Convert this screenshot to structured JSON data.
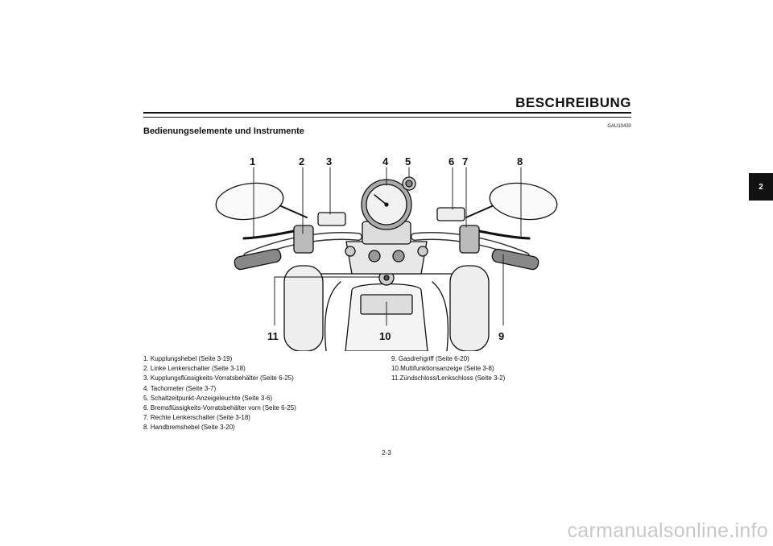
{
  "header": {
    "title": "BESCHREIBUNG",
    "doc_code": "GAU10430",
    "section_title": "Bedienungselemente und Instrumente",
    "chapter_tab": "2"
  },
  "callouts": {
    "c1": "1",
    "c2": "2",
    "c3": "3",
    "c4": "4",
    "c5": "5",
    "c6": "6",
    "c7": "7",
    "c8": "8",
    "c9": "9",
    "c10": "10",
    "c11": "11"
  },
  "legend": {
    "left": [
      "1.  Kupplungshebel (Seite 3-19)",
      "2.  Linke Lenkerschalter (Seite 3-18)",
      "3.  Kupplungsflüssigkeits-Vorratsbehälter (Seite 6-25)",
      "4.  Tachometer (Seite 3-7)",
      "5.  Schaltzeitpunkt-Anzeigeleuchte (Seite 3-6)",
      "6.  Bremsflüssigkeits-Vorratsbehälter vorn (Seite 6-25)",
      "7.  Rechte Lenkerschalter (Seite 3-18)",
      "8.  Handbremshebel (Seite 3-20)"
    ],
    "right": [
      "9.  Gasdrehgriff (Seite 6-20)",
      "10.Multifunktionsanzeige (Seite 3-8)",
      "11.Zündschloss/Lenkschloss (Seite 3-2)"
    ]
  },
  "footer": {
    "page_number": "2-3",
    "watermark": "carmanualsonline.info"
  }
}
